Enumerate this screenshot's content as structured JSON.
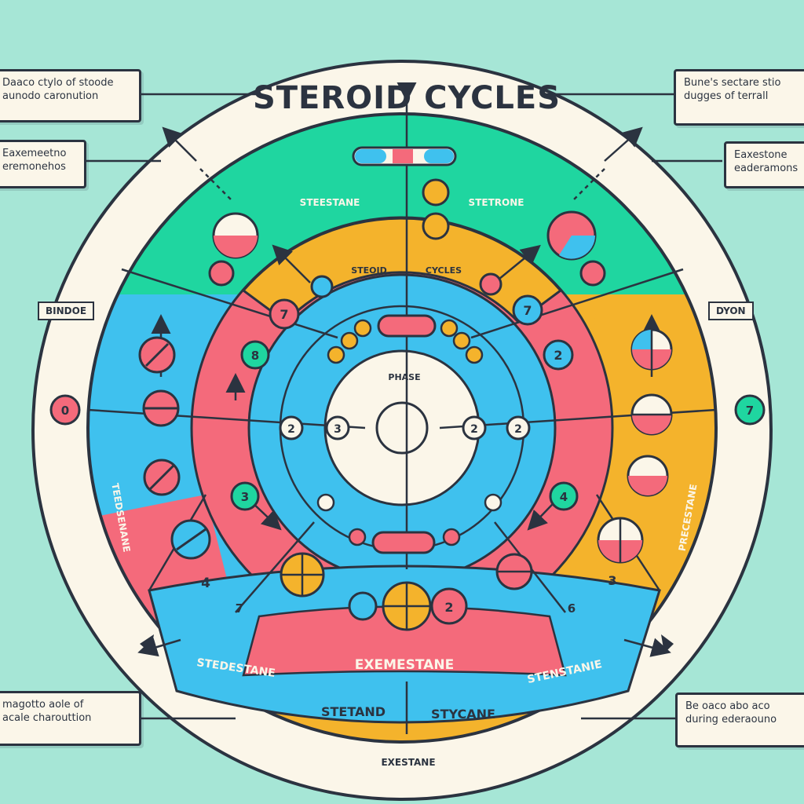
{
  "title": "STEROID CYCLES",
  "ring_labels": {
    "top_left": "STEESTANE",
    "top_right": "STETRONE",
    "mid": "STEOID",
    "mid_right": "CYCLES",
    "center": "PHASE",
    "bottom_band": "EXEMESTANE",
    "bottom_left": "STEDESTANE",
    "bottom_mid_left": "STETAND",
    "bottom_mid_right": "STYCANE",
    "bottom_right": "STENSTANIE",
    "bottom_under": "EXESTANE",
    "left_vertical": "TEEDSENANE",
    "right_vertical": "PRECESTANE"
  },
  "callouts": {
    "top_left": [
      "Daaco ctylo of stoode",
      "aunodo caronution"
    ],
    "mid_left": [
      "Eaxemeetno",
      "eremonehos"
    ],
    "top_right": [
      "Bune's sectare stio",
      "dugges of terrall"
    ],
    "mid_right": [
      "Eaxestone",
      "eaderamons"
    ],
    "bottom_left": [
      "magotto aole of",
      "acale charouttion"
    ],
    "bottom_right": [
      "Be oaco abo aco",
      "during ederaouno"
    ]
  },
  "tags": {
    "left": "BINDOE",
    "right": "DYON"
  },
  "numbers": {
    "n7_left": "7",
    "n8": "8",
    "n3_left": "3",
    "n4_left": "4",
    "n7_right": "7",
    "n2_right": "2",
    "n4_right": "4",
    "n3_right": "3",
    "inner_l1": "2",
    "inner_l2": "3",
    "inner_r1": "2",
    "inner_r2": "2",
    "outer_left": "0",
    "outer_right": "7",
    "band_left": "7",
    "band_right": "6",
    "pill_2": "2"
  },
  "colors": {
    "background": "#a6e6d6",
    "cream": "#fbf6e9",
    "yellow": "#f4b32c",
    "pink": "#f46a7b",
    "blue": "#3fc1ee",
    "green": "#1fd6a0",
    "dark": "#2b3340"
  }
}
